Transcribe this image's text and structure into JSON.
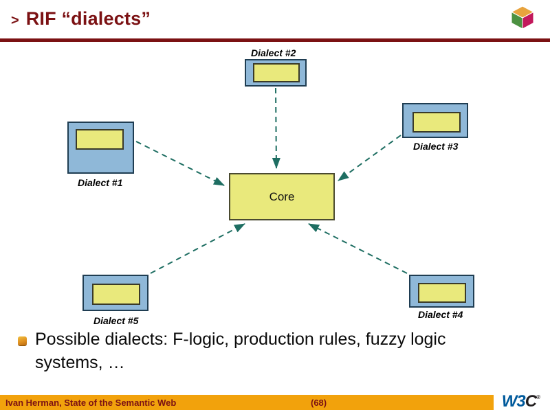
{
  "header": {
    "title_prefix": ">",
    "title": "RIF “dialects”"
  },
  "diagram": {
    "core": {
      "label": "Core"
    },
    "dialects": [
      {
        "label": "Dialect #1"
      },
      {
        "label": "Dialect #2"
      },
      {
        "label": "Dialect #3"
      },
      {
        "label": "Dialect #4"
      },
      {
        "label": "Dialect #5"
      }
    ]
  },
  "bullet": {
    "text": "Possible dialects: F-logic, production rules, fuzzy logic systems, …"
  },
  "footer": {
    "credit": "Ivan Herman, State of the Semantic Web",
    "page": "(68)",
    "logo_w3": "W3",
    "logo_c": "C",
    "logo_mark": "®"
  },
  "colors": {
    "accent_red": "#7b1113",
    "bar_orange": "#f2a20c",
    "box_blue": "#8fb8d8",
    "box_yellow": "#e9e97c",
    "arrow_teal": "#1e6e62",
    "w3c_blue": "#005a9c"
  }
}
